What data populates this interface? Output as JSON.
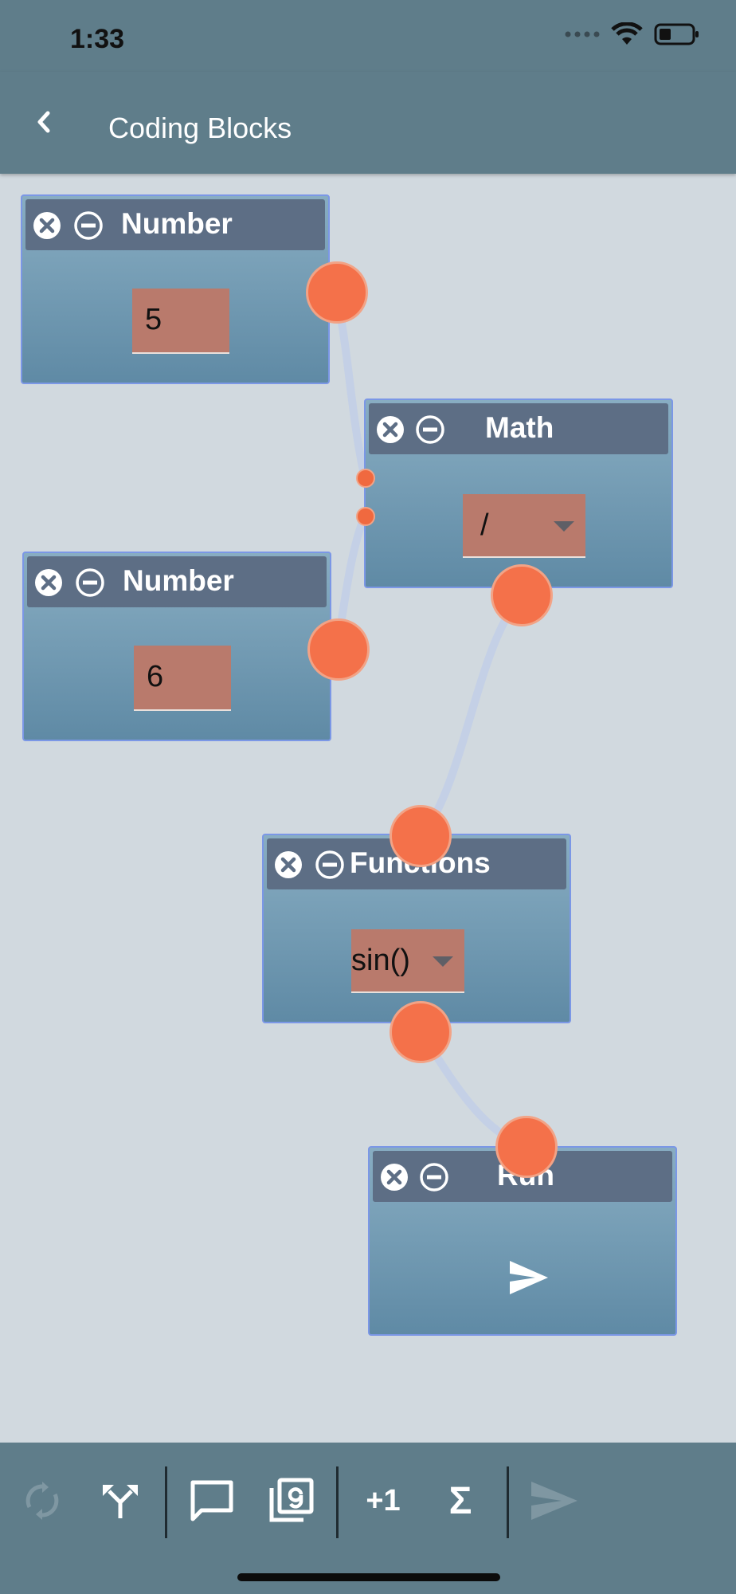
{
  "status": {
    "time": "1:33"
  },
  "header": {
    "title": "Coding Blocks"
  },
  "nodes": {
    "number1": {
      "title": "Number",
      "value": "5"
    },
    "math": {
      "title": "Math",
      "value": "/"
    },
    "number2": {
      "title": "Number",
      "value": "6"
    },
    "functions": {
      "title": "Functions",
      "value": "sin()"
    },
    "run": {
      "title": "Run"
    }
  },
  "toolbar": {
    "increment_label": "+1",
    "sum_label": "Σ"
  },
  "icons": {
    "back": "chevron-left-icon",
    "close": "close-circle-icon",
    "minimize": "minus-circle-icon",
    "refresh": "refresh-icon",
    "branch": "branch-icon",
    "comment": "comment-icon",
    "filter9": "filter-9-icon",
    "send": "send-icon"
  },
  "colors": {
    "appbar": "#5f7d8a",
    "canvas": "#d1d9df",
    "node_header": "#5d6e85",
    "port": "#f4714a",
    "input_box": "#b97a6c"
  }
}
